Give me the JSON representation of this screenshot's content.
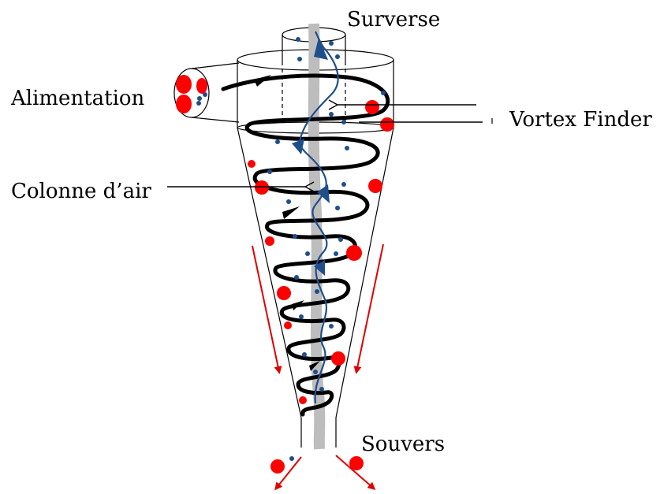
{
  "labels": {
    "overflow": "Surverse",
    "feed": "Alimentation",
    "vortex_finder": "Vortex Finder",
    "air_column": "Colonne d’air",
    "underflow": "Souvers"
  },
  "colors": {
    "outline": "#000000",
    "air_column": "#bdbdbd",
    "inner_flow": "#1f4e8c",
    "fine_particle": "#1f4e8c",
    "coarse_particle": "#ff0000",
    "downward_arrow": "#e00000"
  }
}
